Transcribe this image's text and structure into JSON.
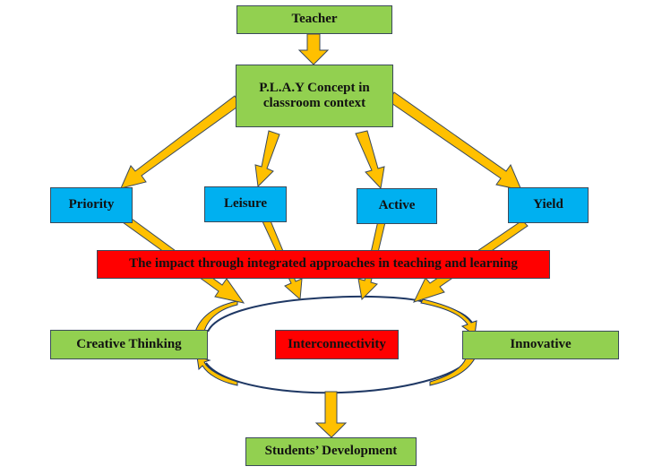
{
  "diagram": {
    "colors": {
      "green": "#92d050",
      "blue": "#00b0f0",
      "red": "#ff0000",
      "arrow": "#ffc000",
      "outline": "#1f3864"
    },
    "nodes": {
      "teacher": "Teacher",
      "play_concept": "P.L.A.Y Concept in classroom context",
      "priority": "Priority",
      "leisure": "Leisure",
      "active": "Active",
      "yield": "Yield",
      "impact": "The impact through integrated approaches in teaching and learning",
      "creative_thinking": "Creative Thinking",
      "interconnectivity": "Interconnectivity",
      "innovative": "Innovative",
      "students_development": "Students’ Development"
    },
    "edges": [
      {
        "from": "teacher",
        "to": "play_concept"
      },
      {
        "from": "play_concept",
        "to": "priority"
      },
      {
        "from": "play_concept",
        "to": "leisure"
      },
      {
        "from": "play_concept",
        "to": "active"
      },
      {
        "from": "play_concept",
        "to": "yield"
      },
      {
        "from": "priority",
        "to": "interconnectivity-cycle"
      },
      {
        "from": "leisure",
        "to": "interconnectivity-cycle"
      },
      {
        "from": "active",
        "to": "interconnectivity-cycle"
      },
      {
        "from": "yield",
        "to": "interconnectivity-cycle"
      },
      {
        "from": "creative_thinking",
        "to": "innovative",
        "type": "cycle"
      },
      {
        "from": "innovative",
        "to": "creative_thinking",
        "type": "cycle"
      },
      {
        "from": "interconnectivity-cycle",
        "to": "students_development"
      }
    ]
  }
}
